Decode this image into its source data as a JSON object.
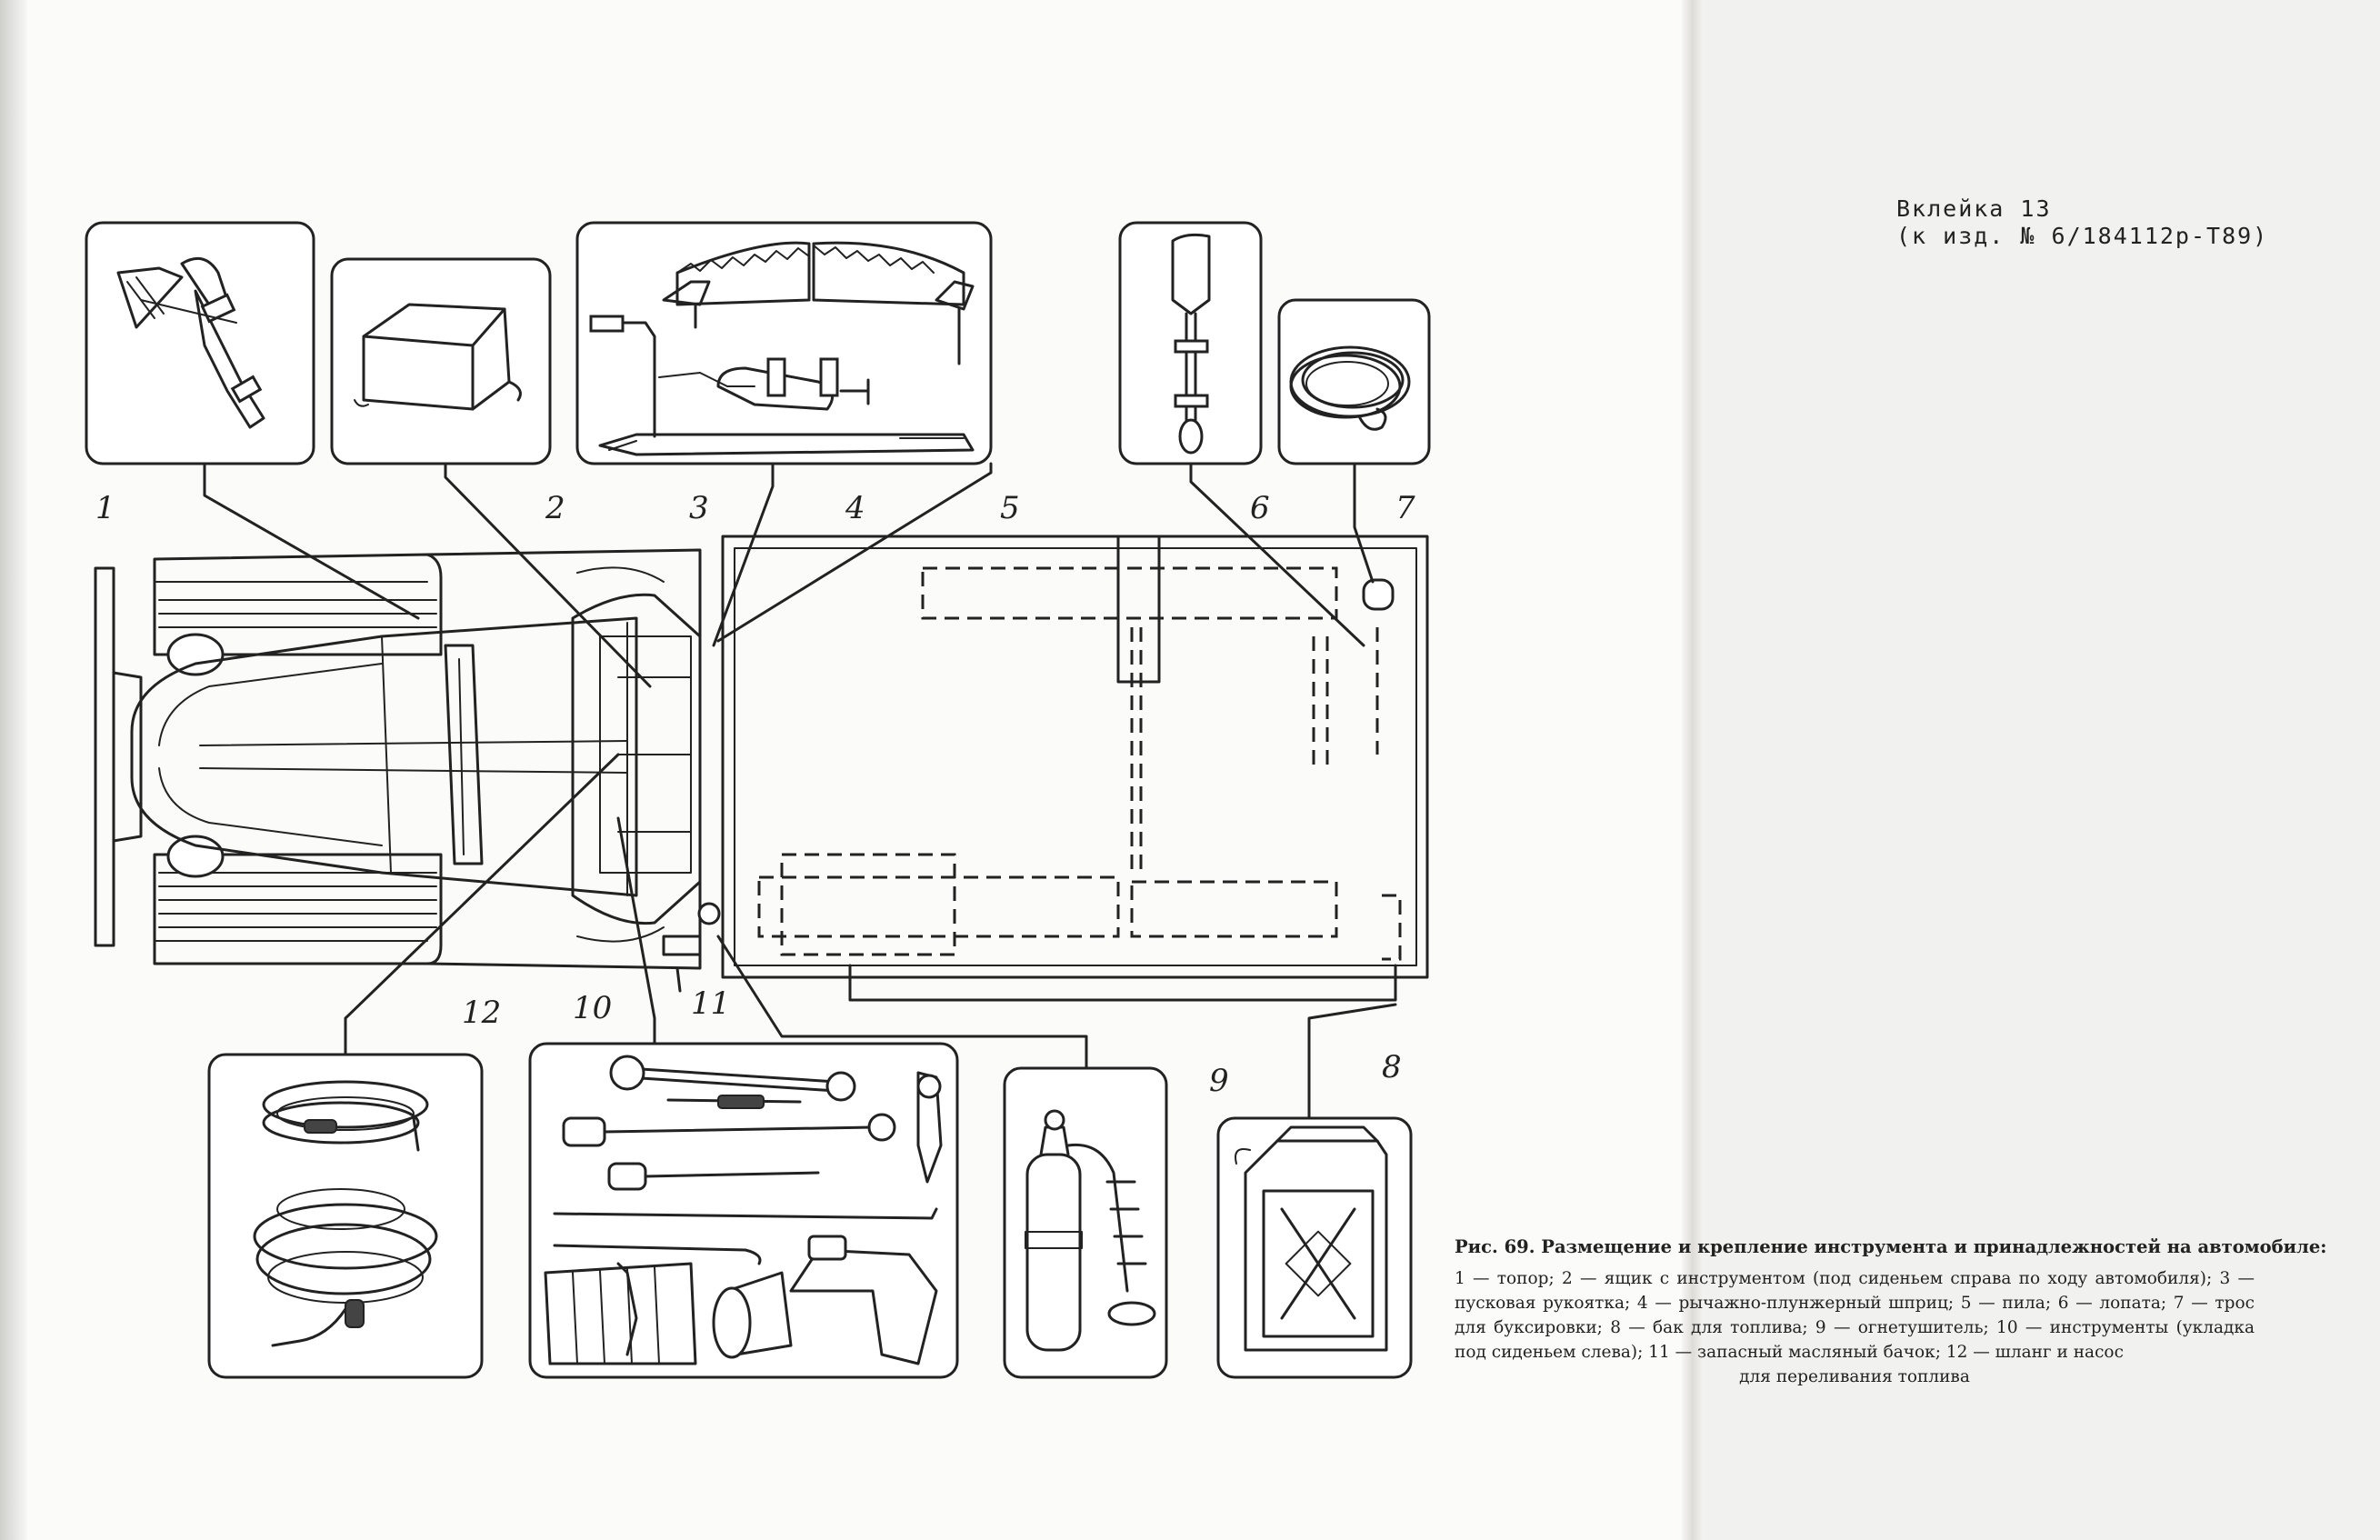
{
  "insert": {
    "line1": "Вклейка 13",
    "line2": "(к изд. № 6/184112р-Т89)"
  },
  "caption": {
    "title": "Рис. 69. Размещение и крепление инструмента и принадлежностей на автомобиле:",
    "body": "1 — топор; 2 — ящик с инструментом (под сиденьем справа по ходу автомобиля); 3 — пусковая рукоятка; 4 — рычажно-плунжерный шприц; 5 — пила; 6 — лопата; 7 — трос для буксировки; 8 — бак для топлива; 9 — огнетушитель; 10 — инструменты (укладка под сиденьем слева); 11 — запасный масляный бачок; 12 — шланг и насос",
    "last": "для переливания топлива"
  },
  "callouts": [
    "1",
    "2",
    "3",
    "4",
    "5",
    "6",
    "7",
    "8",
    "9",
    "10",
    "11",
    "12"
  ]
}
